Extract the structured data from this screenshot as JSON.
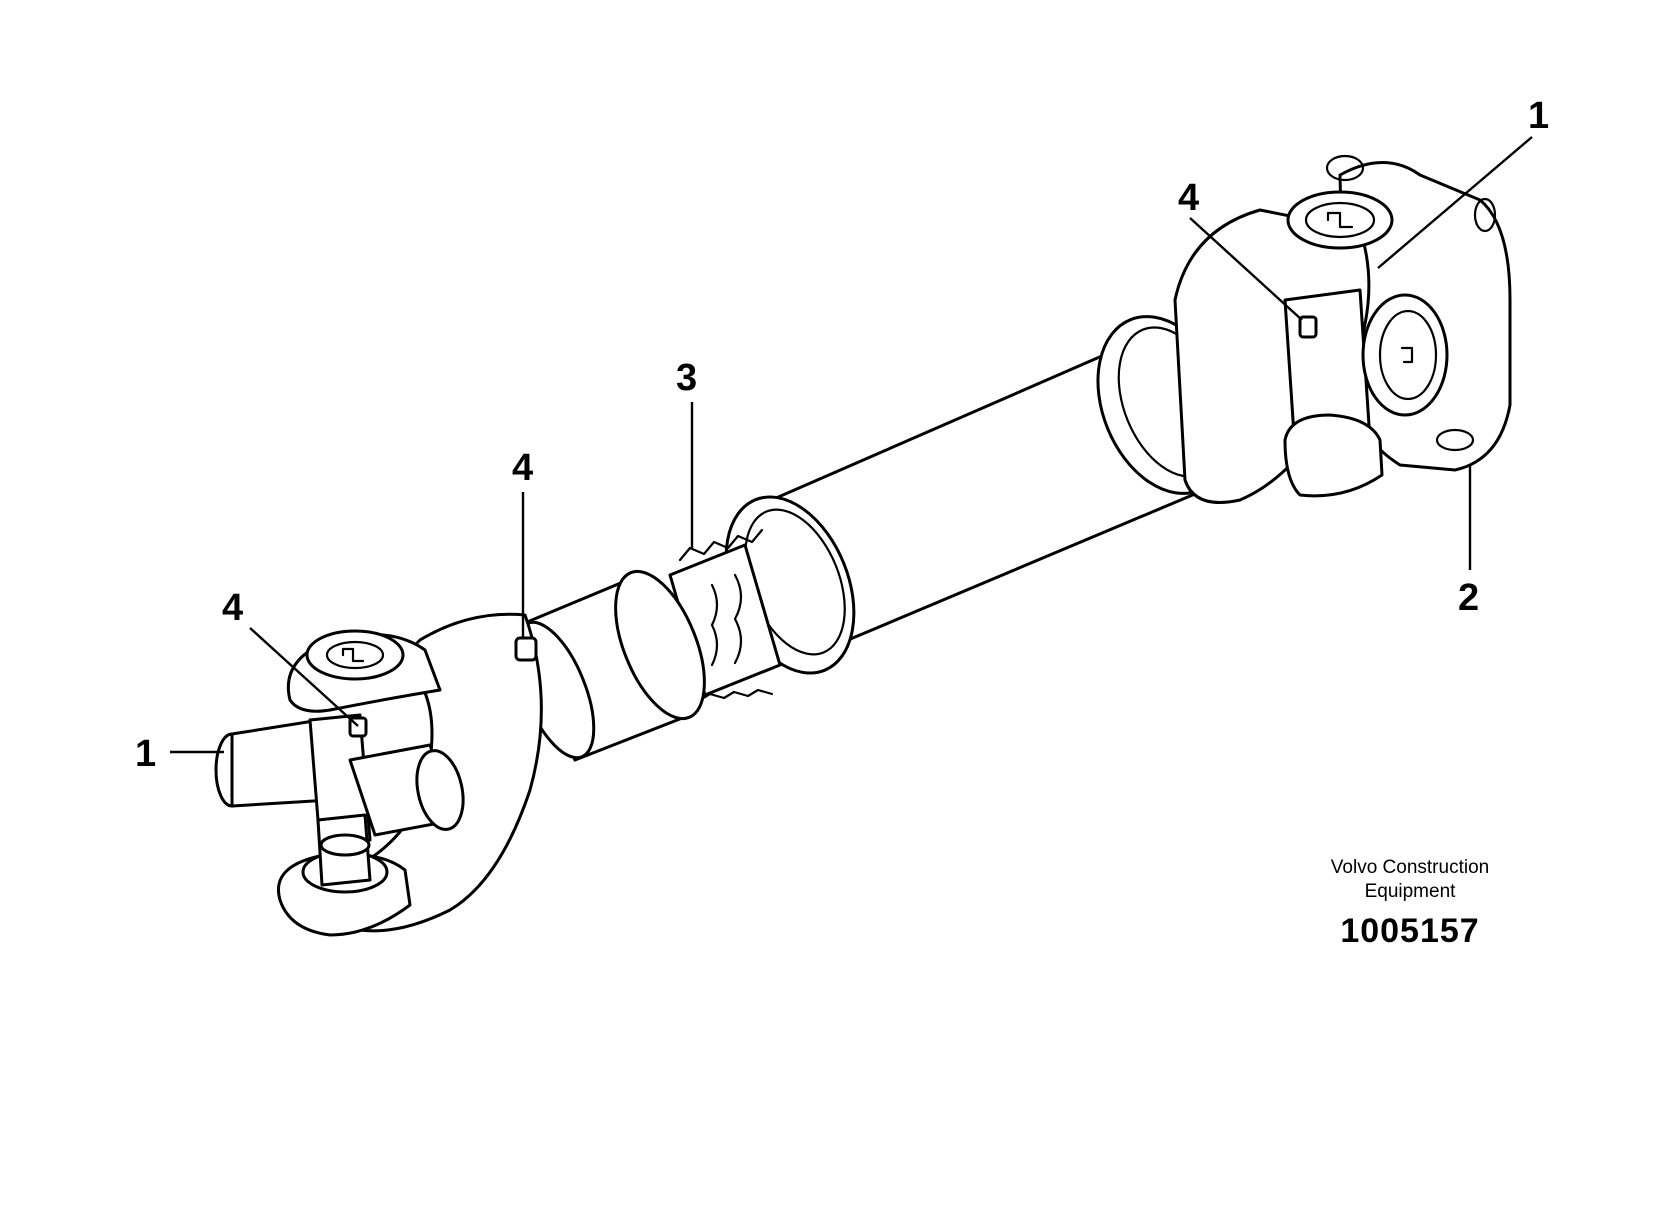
{
  "figure": {
    "manufacturer_line1": "Volvo Construction",
    "manufacturer_line2": "Equipment",
    "illustration_number": "1005157"
  },
  "callouts": {
    "left_cross": "1",
    "right_cross": "1",
    "flange": "2",
    "slip_spline": "3",
    "nipple_left": "4",
    "nipple_slip": "4",
    "nipple_right": "4"
  },
  "icons": {
    "shaft": "drive-shaft-drawing"
  }
}
